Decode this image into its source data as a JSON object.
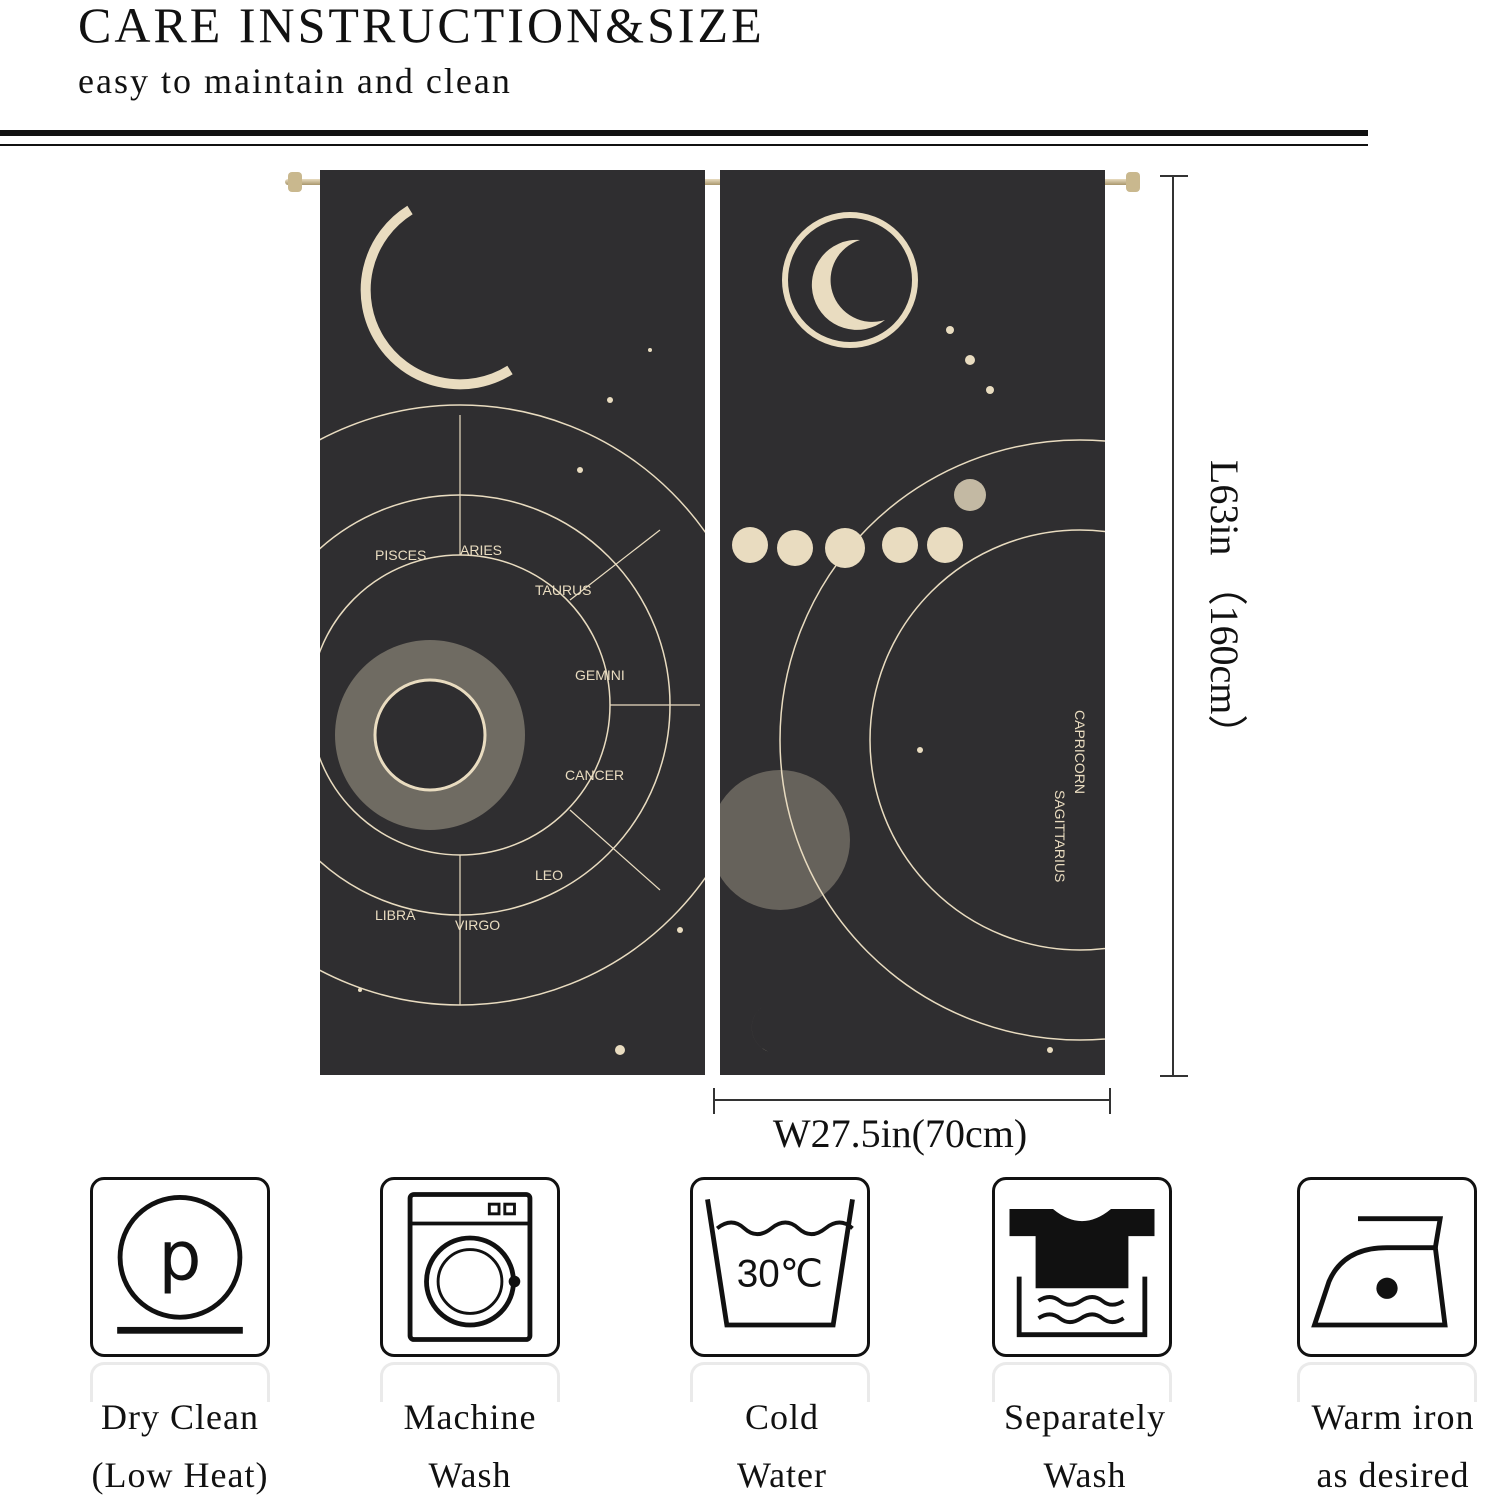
{
  "header": {
    "title": "CARE INSTRUCTION&SIZE",
    "subtitle": "easy to maintain and clean"
  },
  "dimensions": {
    "length": "L63in （160cm）",
    "width": "W27.5in(70cm)"
  },
  "curtain_text": [
    "PISCES",
    "ARIES",
    "TAURUS",
    "GEMINI",
    "CANCER",
    "LEO",
    "VIRGO",
    "LIBRA",
    "CAPRICORN",
    "SAGITTARIUS"
  ],
  "care": [
    {
      "icon": "dry-clean-icon",
      "line1": "Dry Clean",
      "line2": "(Low Heat)"
    },
    {
      "icon": "machine-wash-icon",
      "line1": "Machine",
      "line2": "Wash"
    },
    {
      "icon": "cold-water-icon",
      "line1": "Cold",
      "line2": "Water",
      "temp": "30℃"
    },
    {
      "icon": "separately-wash-icon",
      "line1": "Separately",
      "line2": "Wash"
    },
    {
      "icon": "warm-iron-icon",
      "line1": "Warm iron",
      "line2": "as desired"
    }
  ],
  "colors": {
    "fabric": "#2f2e30",
    "print": "#e9dcc0"
  }
}
